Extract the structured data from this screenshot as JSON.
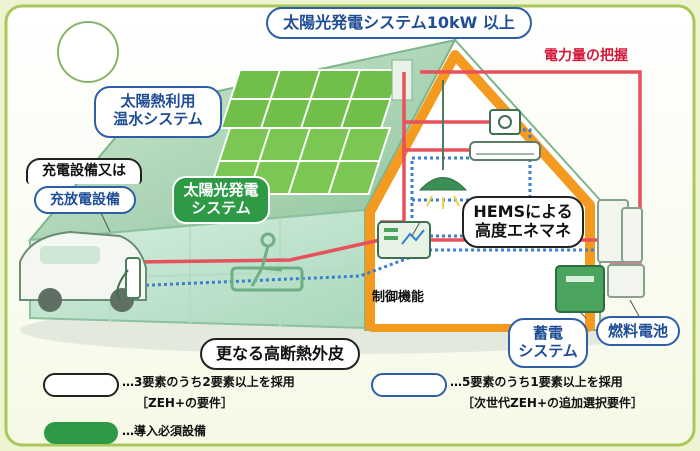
{
  "labels": {
    "solar_10kw": "太陽光発電システム10kW 以上",
    "power_monitor": "電力量の把握",
    "solar_water_1": "太陽熱利用",
    "solar_water_2": "温水システム",
    "charging_1": "充電設備又は",
    "charging_2": "充放電設備",
    "solar_pv_1": "太陽光発電",
    "solar_pv_2": "システム",
    "hems_1": "HEMSによる",
    "hems_2": "高度エネマネ",
    "control": "制御機能",
    "insulation": "更なる高断熱外皮",
    "storage_1": "蓄電",
    "storage_2": "システム",
    "fuel_cell": "燃料電池"
  },
  "legend": {
    "black_1": "…3要素のうち2要素以上を採用",
    "black_2": "［ZEH+の要件］",
    "blue_1": "…5要素のうち1要素以上を採用",
    "blue_2": "［次世代ZEH+の追加選択要件］",
    "green": "…導入必須設備"
  },
  "colors": {
    "background": "#eef3d2",
    "required_black": "#222222",
    "optional_blue": "#2c5fa8",
    "mandatory_green": "#2e9a45",
    "power_line": "#e8505b",
    "data_line": "#3a7fd0",
    "wall": "#f39a1f"
  }
}
